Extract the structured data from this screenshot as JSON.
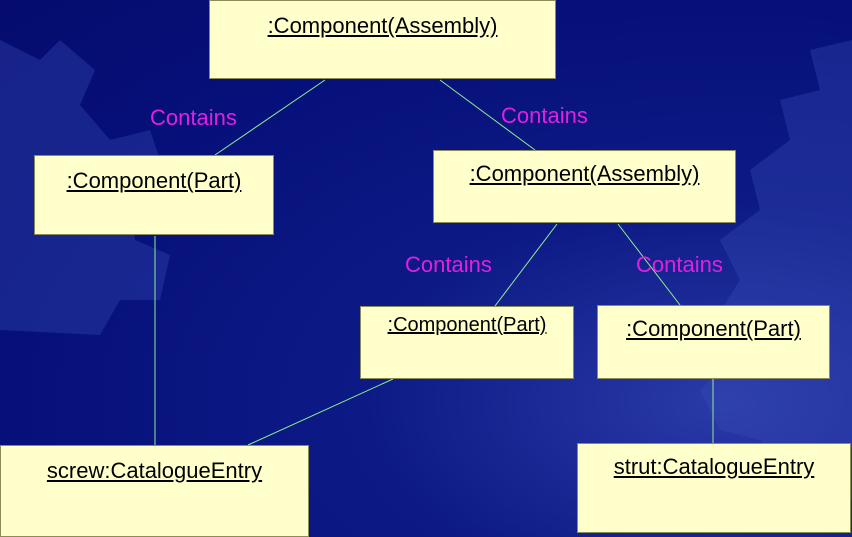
{
  "diagram": {
    "background_color": "#0a158a",
    "box_fill_color": "#ffffcc",
    "link_color": "#90ee90",
    "label_color": "#e020e0",
    "nodes": {
      "root": ":Component(Assembly)",
      "part_left": ":Component(Part)",
      "assembly_right": ":Component(Assembly)",
      "part_mid": ":Component(Part)",
      "part_right": ":Component(Part)",
      "screw": "screw:CatalogueEntry",
      "strut": "strut:CatalogueEntry"
    },
    "link_labels": {
      "root_to_part_left": "Contains",
      "root_to_assembly_right": "Contains",
      "assembly_to_part_mid": "Contains",
      "assembly_to_part_right": "Contains"
    }
  }
}
